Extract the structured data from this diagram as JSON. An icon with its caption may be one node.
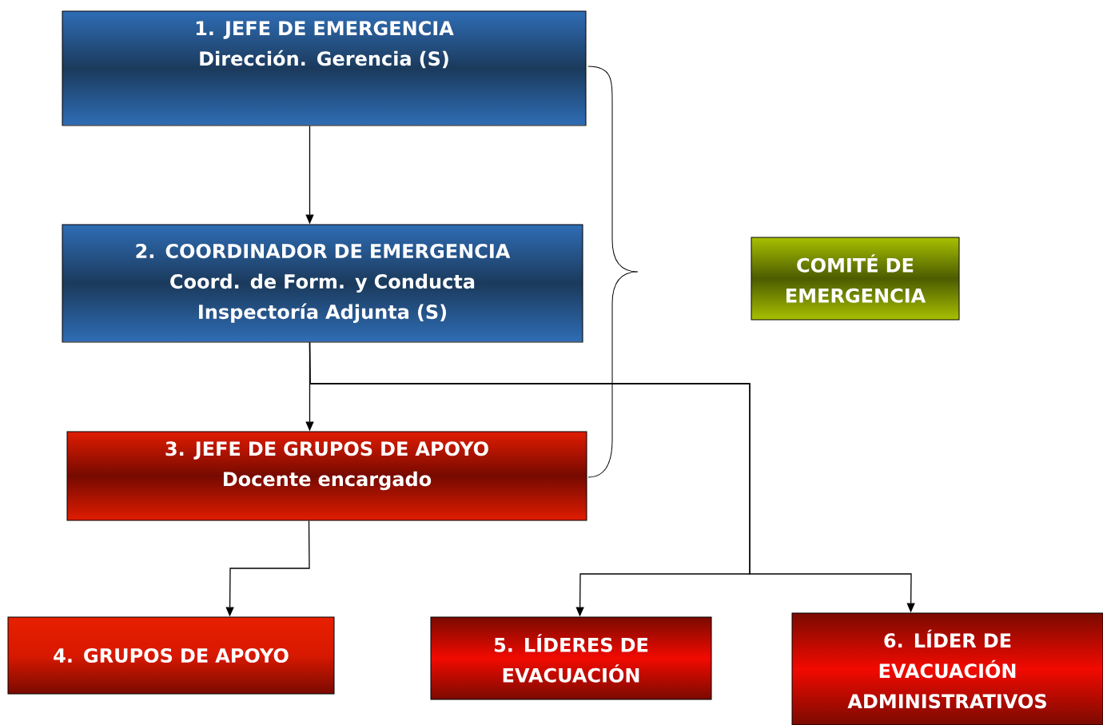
{
  "diagram": {
    "nodes": [
      {
        "text": [
          "1. JEFE DE EMERGENCIA",
          "Dirección. Gerencia (S)"
        ]
      },
      {
        "text": [
          "2. COORDINADOR DE EMERGENCIA",
          "Coord. de Form. y Conducta Inspectoría Adjunta (S)"
        ]
      },
      {
        "text": [
          "3. JEFE DE GRUPOS DE APOYO",
          "Docente encargado"
        ]
      },
      {
        "text": [
          "4. GRUPOS DE APOYO"
        ]
      },
      {
        "text": [
          "5. LÍDERES DE EVACUACIÓN"
        ]
      },
      {
        "text": [
          "6. LÍDER DE EVACUACIÓN ADMINISTRATIVOS"
        ]
      },
      {
        "text": [
          "COMITÉ DE EMERGENCIA"
        ]
      }
    ],
    "edges": [
      {
        "from": 0,
        "to": 1,
        "arrow": "to"
      },
      {
        "from": 1,
        "to": 2,
        "arrow": "to"
      },
      {
        "from": 2,
        "to": 3,
        "arrow": "to"
      },
      {
        "from": 1,
        "to": 4,
        "arrow": "to"
      },
      {
        "from": 1,
        "to": 5,
        "arrow": "to"
      }
    ]
  }
}
